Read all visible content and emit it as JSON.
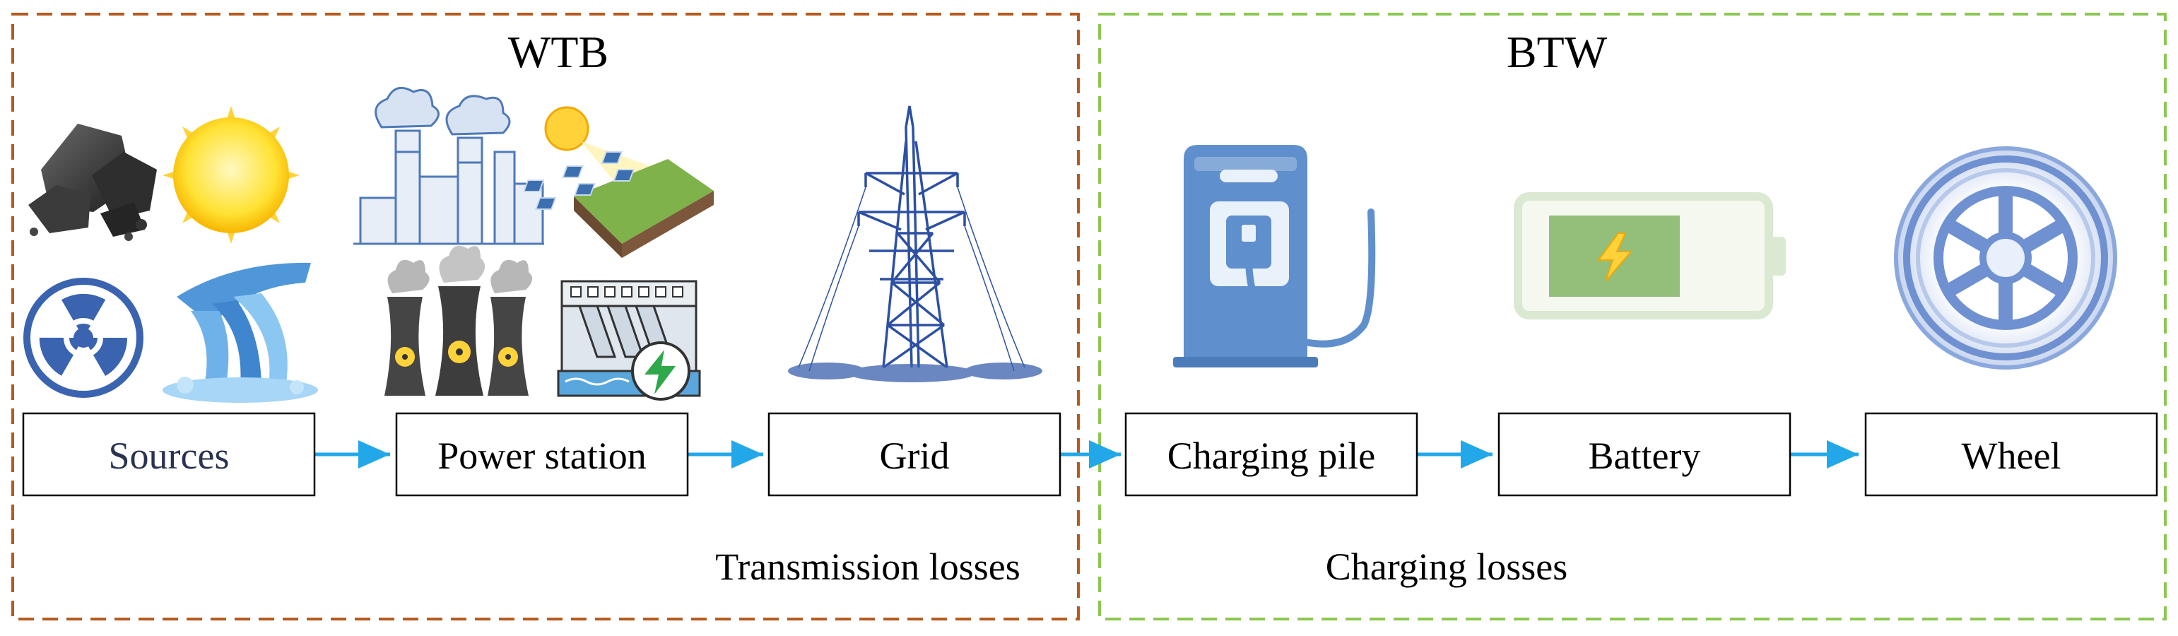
{
  "regions": {
    "wtb": {
      "title": "WTB",
      "loss_label": "Transmission losses",
      "border_color": "#b65a1e"
    },
    "btw": {
      "title": "BTW",
      "loss_label": "Charging losses",
      "border_color": "#8cc751"
    }
  },
  "nodes": [
    {
      "id": "sources",
      "label": "Sources",
      "text_color": "#2a3350"
    },
    {
      "id": "power-station",
      "label": "Power station",
      "text_color": "#000000"
    },
    {
      "id": "grid",
      "label": "Grid",
      "text_color": "#000000"
    },
    {
      "id": "charging-pile",
      "label": "Charging pile",
      "text_color": "#000000"
    },
    {
      "id": "battery",
      "label": "Battery",
      "text_color": "#000000"
    },
    {
      "id": "wheel",
      "label": "Wheel",
      "text_color": "#000000"
    }
  ],
  "arrow_color": "#22a7e8",
  "icons": {
    "sources": [
      "coal-icon",
      "sun-icon",
      "nuclear-icon",
      "waterfall-icon"
    ],
    "power_station": [
      "factory-icon",
      "solar-farm-icon",
      "cooling-tower-icon",
      "hydro-dam-icon"
    ],
    "grid": [
      "transmission-tower-icon"
    ],
    "charging_pile": [
      "ev-charger-icon"
    ],
    "battery": [
      "battery-icon"
    ],
    "wheel": [
      "wheel-icon"
    ]
  }
}
